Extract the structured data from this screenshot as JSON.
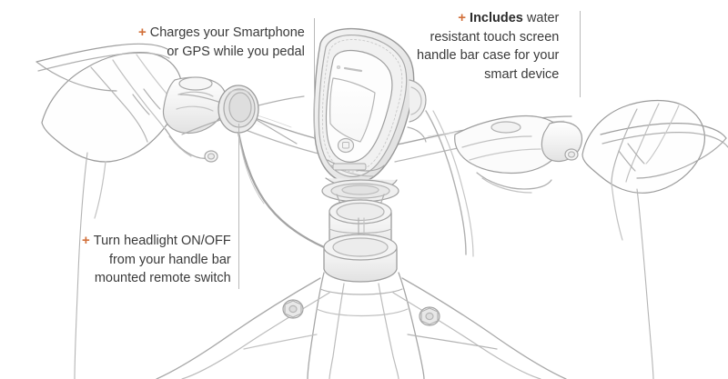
{
  "page": {
    "title": "Bicycle handlebar smartphone mount feature callouts",
    "background_color": "#ffffff",
    "bullet_color": "#d2703a",
    "text_color": "#3a3a3a",
    "leader_line_color": "#b9b9b9",
    "line_art_color": "#9a9a9a"
  },
  "callouts": [
    {
      "id": "charges",
      "bullet": "+",
      "lines": [
        "Charges your Smartphone",
        "or GPS while you pedal"
      ],
      "bold_prefix": "",
      "align": "right"
    },
    {
      "id": "includes",
      "bullet": "+",
      "bold_prefix": "Includes",
      "lines": [
        "Includes water",
        "resistant touch screen",
        "handle bar case for your",
        "smart device"
      ],
      "line1_bold": "Includes",
      "line1_rest": " water",
      "align": "right"
    },
    {
      "id": "headlight",
      "bullet": "+",
      "lines": [
        "Turn headlight ON/OFF",
        "from your handle bar",
        "mounted remote switch"
      ],
      "bold_prefix": "",
      "align": "right"
    }
  ],
  "illustration": {
    "subject": "bicycle-handlebar-with-smartphone-case-mount",
    "parts": [
      "left-hand-grip",
      "left-brake-lever",
      "round-remote-switch",
      "switch-cable",
      "handlebar",
      "stem",
      "fork-crown",
      "smartphone-case",
      "smartphone",
      "right-shifter",
      "right-brake-lever",
      "right-hand-grip"
    ]
  }
}
